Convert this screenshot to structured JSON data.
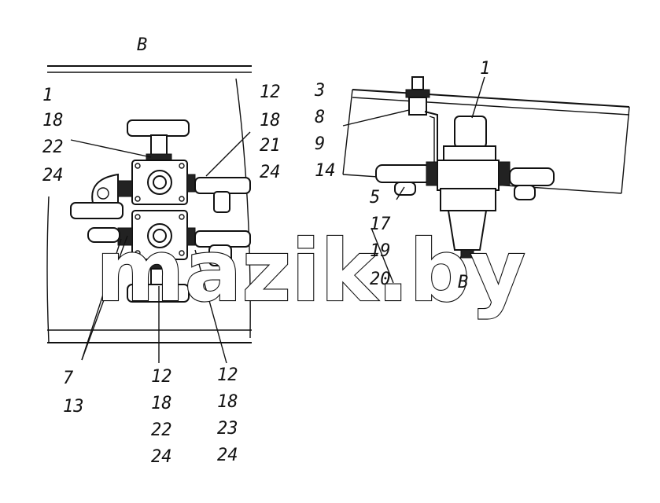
{
  "view_label_top": "B",
  "view_label_side": "B",
  "watermark": "mazik.by",
  "labels_left": {
    "top_left": [
      "1",
      "18",
      "22",
      "24"
    ],
    "top_right": [
      "12",
      "18",
      "21",
      "24"
    ],
    "bottom_left": [
      "7",
      "13"
    ],
    "bottom_mid": [
      "12",
      "18",
      "22",
      "24"
    ],
    "bottom_right": [
      "12",
      "18",
      "23",
      "24"
    ]
  },
  "labels_right": {
    "top": "1",
    "left_col": [
      "3",
      "8",
      "9",
      "14"
    ],
    "bottom_col": [
      "5",
      "17",
      "19",
      "20"
    ]
  },
  "colors": {
    "line": "#111111",
    "background": "#ffffff"
  }
}
